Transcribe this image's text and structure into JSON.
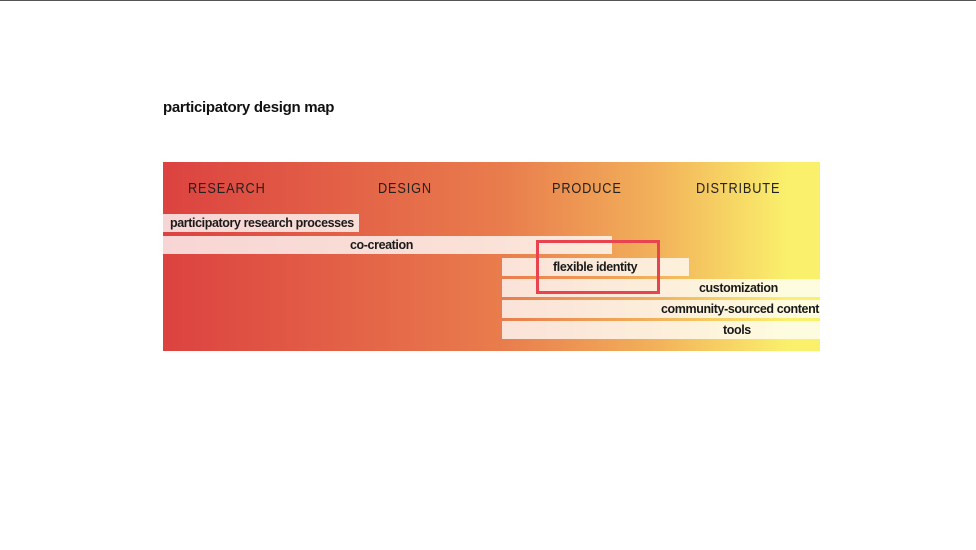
{
  "title": "participatory design map",
  "colors": {
    "gradient_start": "#dc4240",
    "gradient_mid": "#e97d4d",
    "gradient_warm": "#f2b15a",
    "gradient_end": "#faf06c",
    "highlight": "#e8434f"
  },
  "phases": [
    "RESEARCH",
    "DESIGN",
    "PRODUCE",
    "DISTRIBUTE"
  ],
  "activities": [
    "participatory research processes",
    "co-creation",
    "flexible identity",
    "customization",
    "community-sourced content",
    "tools"
  ]
}
